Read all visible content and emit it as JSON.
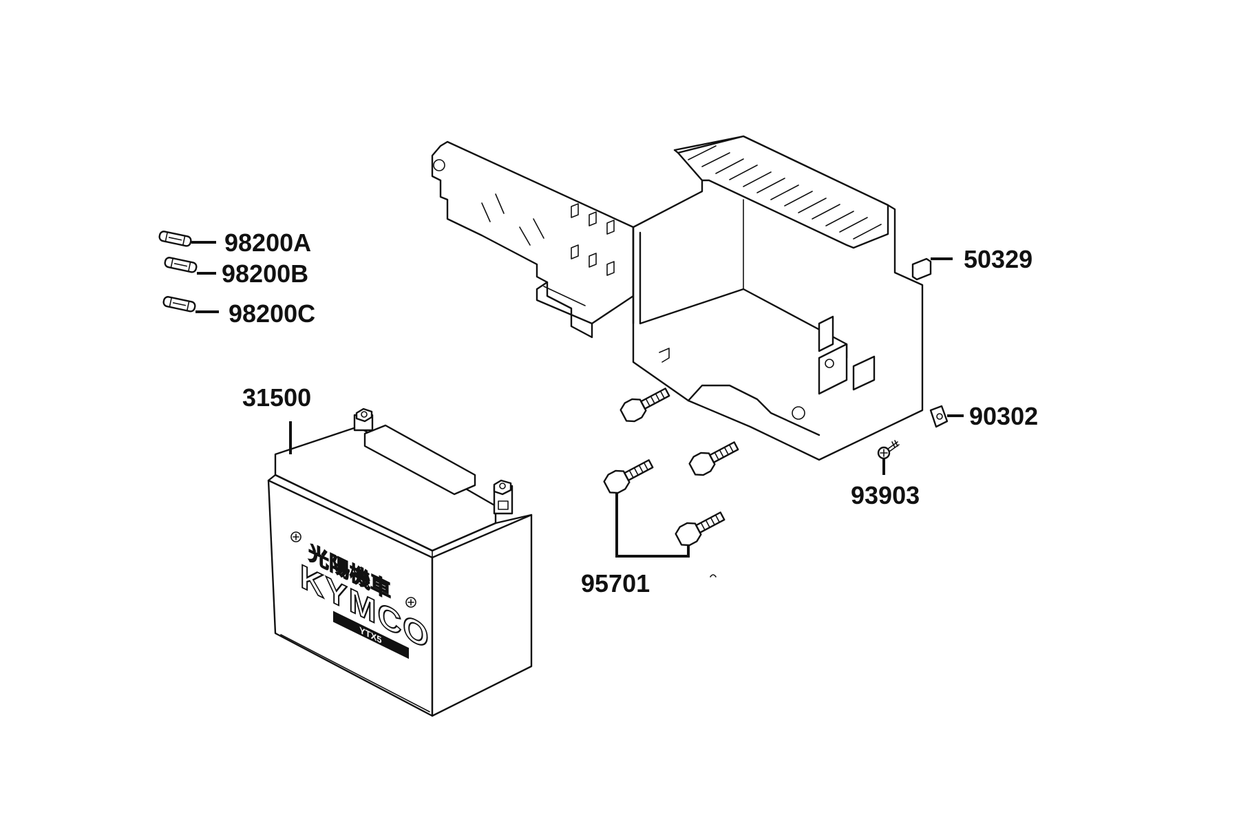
{
  "diagram": {
    "labels": {
      "fuse_a": "98200A",
      "fuse_b": "98200B",
      "fuse_c": "98200C",
      "battery": "31500",
      "battery_box": "50329",
      "clip_nut": "90302",
      "screw": "93903",
      "bolts": "95701"
    },
    "battery_markings": {
      "brand": "KYMCO",
      "chinese": "光陽機車",
      "model": "YTX5"
    },
    "icons": [
      "fuse-icon",
      "battery-icon",
      "battery-box-icon",
      "bolt-icon",
      "clip-nut-icon",
      "screw-icon"
    ]
  }
}
